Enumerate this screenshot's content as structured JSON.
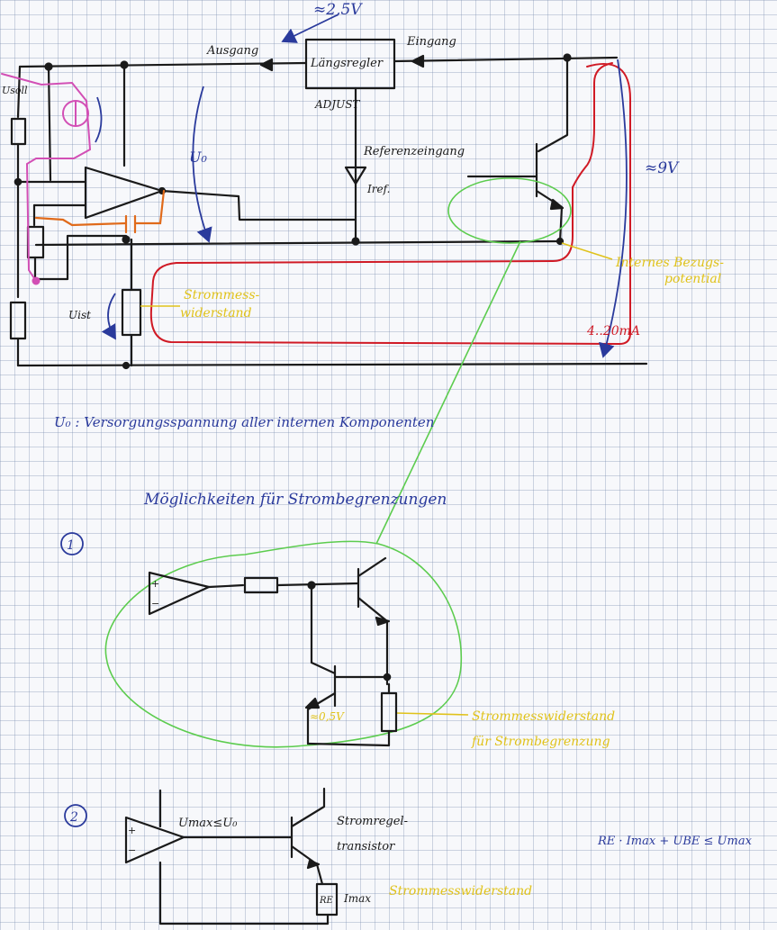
{
  "colors": {
    "ink_black": "#1a1a1a",
    "ink_blue": "#2a3a9c",
    "ink_red": "#d01a25",
    "ink_green": "#5ccc4e",
    "ink_yellow": "#e0c21a",
    "ink_orange": "#e06a1a",
    "ink_pink": "#d24fb5"
  },
  "labels": {
    "top_voltage": "≈2,5V",
    "ausgang": "Ausgang",
    "eingang": "Eingang",
    "regulator": "Längsregler",
    "adjust": "ADJUST",
    "reference_input": "Referenzeingang",
    "i_ref": "Iref.",
    "u0": "U₀",
    "u_soll": "Usoll",
    "u_ist": "Uist",
    "v9": "≈9V",
    "internal_ref_line1": "Internes Bezugs-",
    "internal_ref_line2": "potential",
    "shunt_line1": "Strommess-",
    "shunt_line2": "widerstand",
    "loop_current": "4..20mA",
    "supply_note": "U₀ : Versorgungsspannung aller internen Komponenten",
    "options_title": "Möglichkeiten für Strombegrenzungen",
    "option1": "1",
    "vbe_label": "≈0,5V",
    "shunt_limit_line1": "Strommesswiderstand",
    "shunt_limit_line2": "für Strombegrenzung",
    "option2": "2",
    "umax_le_u0": "Umax≤U₀",
    "transistor_line1": "Stromregel-",
    "transistor_line2": "transistor",
    "r_e": "RE",
    "i_max": "Imax",
    "shunt2": "Strommesswiderstand",
    "formula": "RE · Imax + UBE ≤ Umax",
    "opamp_plus": "+",
    "opamp_minus": "−"
  }
}
